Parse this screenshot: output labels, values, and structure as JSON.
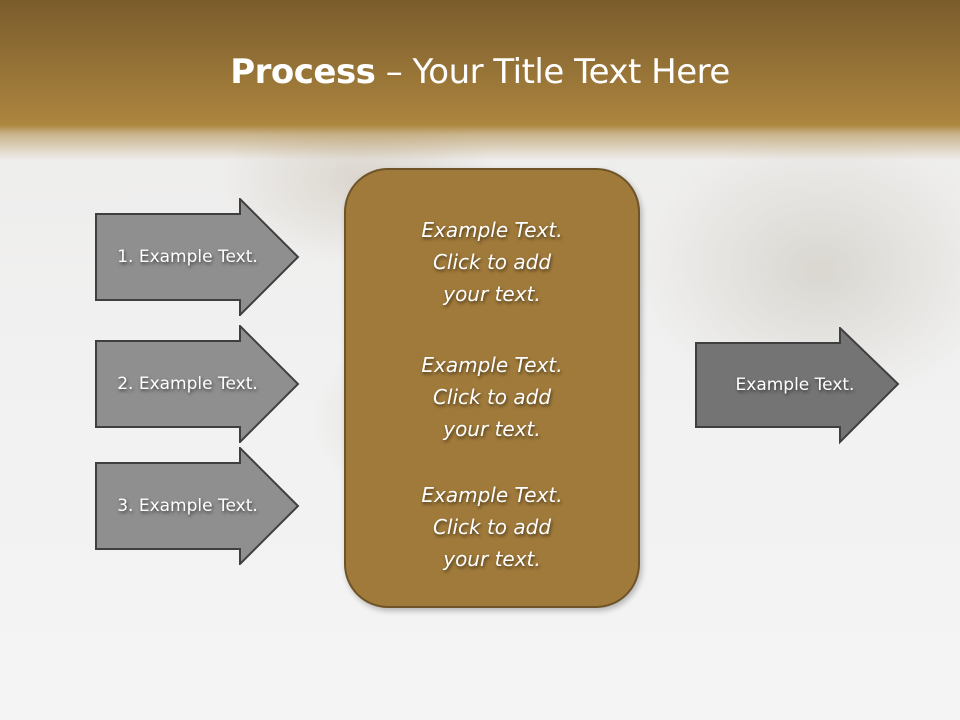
{
  "slide": {
    "title_bold": "Process",
    "title_rest": " – Your Title Text Here"
  },
  "left_arrows": [
    {
      "label": "1. Example Text."
    },
    {
      "label": "2. Example Text."
    },
    {
      "label": "3. Example Text."
    }
  ],
  "center_box": {
    "items": [
      {
        "line1": "Example Text.",
        "line2": "Click  to add",
        "line3": "your text."
      },
      {
        "line1": "Example Text.",
        "line2": "Click  to add",
        "line3": "your text."
      },
      {
        "line1": "Example Text.",
        "line2": "Click  to add",
        "line3": "your text."
      }
    ]
  },
  "right_arrow": {
    "label": "Example Text."
  },
  "colors": {
    "header": "#9a7638",
    "center_box": "#a07a3a",
    "left_arrow_fill": "#8f8f8f",
    "right_arrow_fill": "#747474",
    "arrow_stroke": "#3f3f3f"
  }
}
